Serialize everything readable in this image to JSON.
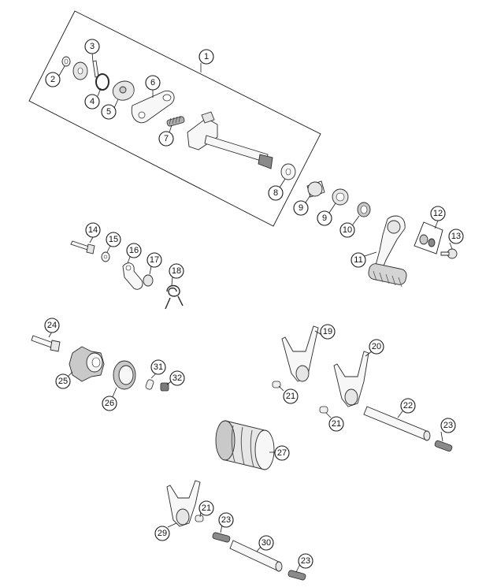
{
  "diagram": {
    "callouts": [
      {
        "id": "c1",
        "label": "1"
      },
      {
        "id": "c2",
        "label": "2"
      },
      {
        "id": "c3",
        "label": "3"
      },
      {
        "id": "c4",
        "label": "4"
      },
      {
        "id": "c5",
        "label": "5"
      },
      {
        "id": "c6",
        "label": "6"
      },
      {
        "id": "c7",
        "label": "7"
      },
      {
        "id": "c8",
        "label": "8"
      },
      {
        "id": "c9a",
        "label": "9"
      },
      {
        "id": "c9b",
        "label": "9"
      },
      {
        "id": "c10",
        "label": "10"
      },
      {
        "id": "c11",
        "label": "11"
      },
      {
        "id": "c12",
        "label": "12"
      },
      {
        "id": "c13",
        "label": "13"
      },
      {
        "id": "c14",
        "label": "14"
      },
      {
        "id": "c15",
        "label": "15"
      },
      {
        "id": "c16",
        "label": "16"
      },
      {
        "id": "c17",
        "label": "17"
      },
      {
        "id": "c18",
        "label": "18"
      },
      {
        "id": "c19",
        "label": "19"
      },
      {
        "id": "c20",
        "label": "20"
      },
      {
        "id": "c21a",
        "label": "21"
      },
      {
        "id": "c21b",
        "label": "21"
      },
      {
        "id": "c21c",
        "label": "21"
      },
      {
        "id": "c22",
        "label": "22"
      },
      {
        "id": "c23a",
        "label": "23"
      },
      {
        "id": "c23b",
        "label": "23"
      },
      {
        "id": "c23c",
        "label": "23"
      },
      {
        "id": "c24",
        "label": "24"
      },
      {
        "id": "c25",
        "label": "25"
      },
      {
        "id": "c26",
        "label": "26"
      },
      {
        "id": "c27",
        "label": "27"
      },
      {
        "id": "c29",
        "label": "29"
      },
      {
        "id": "c30",
        "label": "30"
      },
      {
        "id": "c31",
        "label": "31"
      },
      {
        "id": "c32",
        "label": "32"
      }
    ]
  }
}
